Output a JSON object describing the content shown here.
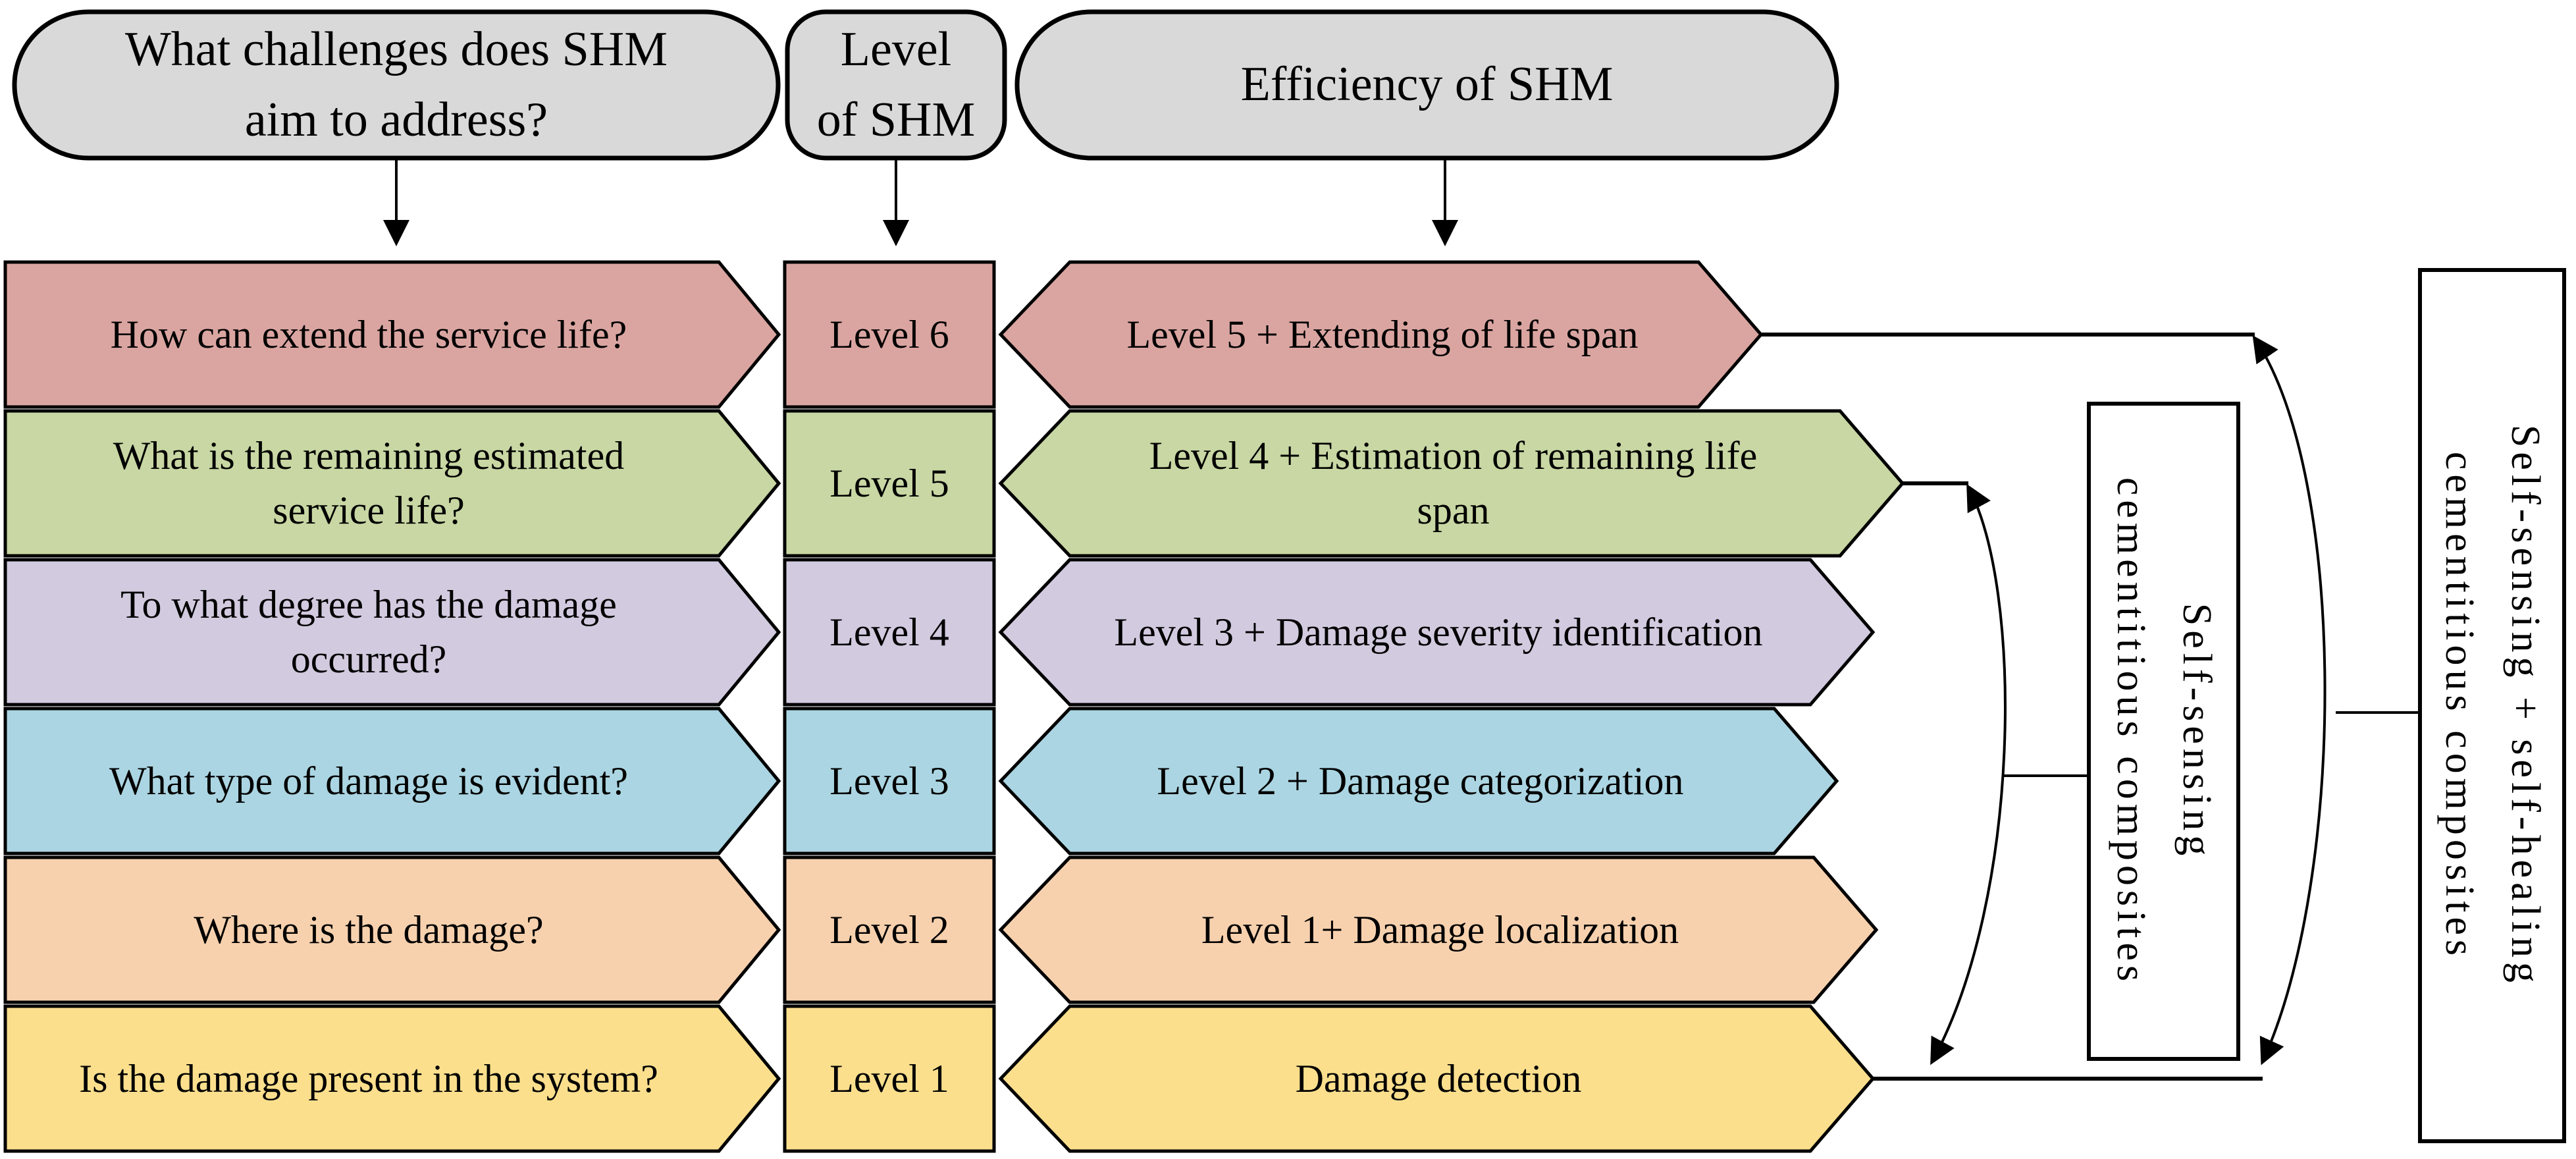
{
  "title_bubbles": [
    {
      "label": "What challenges does SHM\naim to address?"
    },
    {
      "label": "Level\nof SHM"
    },
    {
      "label": "Efficiency of SHM"
    }
  ],
  "rows": [
    {
      "question": "How can extend the service life?",
      "level": "Level 6",
      "efficiency": "Level 5 + Extending of life span",
      "color": "#daa5a1"
    },
    {
      "question": "What is the remaining estimated\nservice life?",
      "level": "Level 5",
      "efficiency": "Level 4 + Estimation of remaining life\nspan",
      "color": "#c8d7a3"
    },
    {
      "question": "To what degree has the damage\noccurred?",
      "level": "Level 4",
      "efficiency": "Level 3 + Damage severity identification",
      "color": "#d2cadf"
    },
    {
      "question": "What type of damage is evident?",
      "level": "Level 3",
      "efficiency": "Level 2 + Damage categorization",
      "color": "#abd5e2"
    },
    {
      "question": "Where is the damage?",
      "level": "Level 2",
      "efficiency": "Level 1+ Damage localization",
      "color": "#f7d1ae"
    },
    {
      "question": "Is the damage present in the system?",
      "level": "Level 1",
      "efficiency": "Damage detection",
      "color": "#fbdf8d"
    }
  ],
  "side_boxes": [
    {
      "label": "Self-sensing\ncementitious composites"
    },
    {
      "label": "Self-sensing + self-healing\ncementitious composites"
    }
  ],
  "colors": {
    "bubble_fill": "#d9d9d9",
    "outline": "#000000",
    "box_fill": "#ffffff",
    "background": "#ffffff"
  }
}
